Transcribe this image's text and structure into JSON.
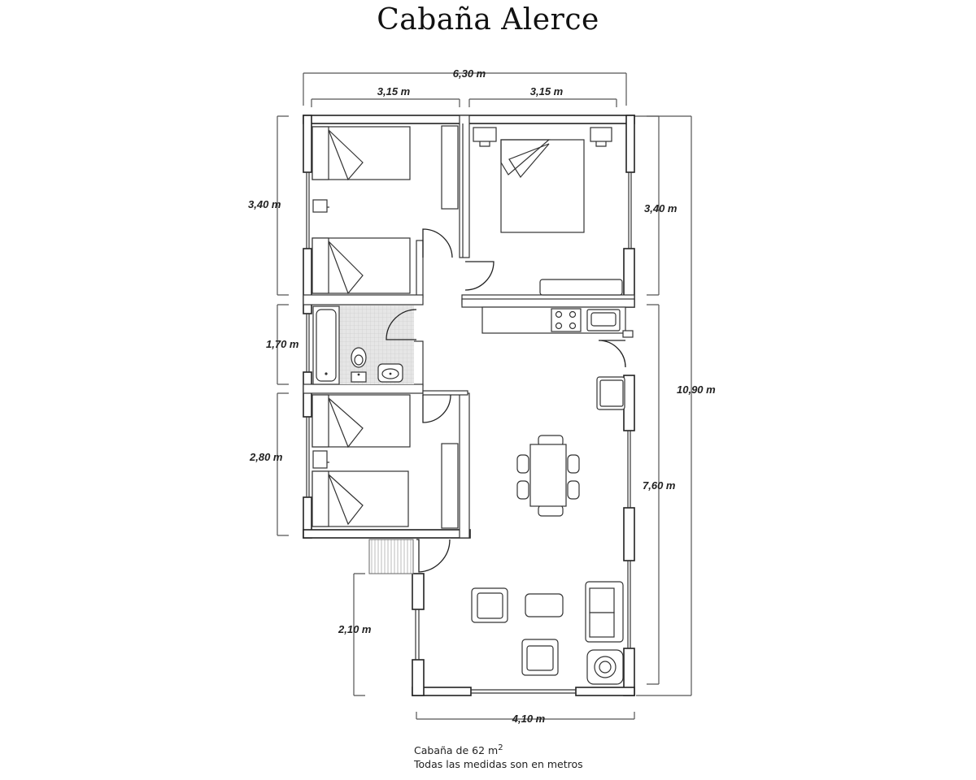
{
  "title": "Cabaña Alerce",
  "dimensions": {
    "total_width": "6,30 m",
    "left_width": "3,15 m",
    "right_width": "3,15 m",
    "bedroom_top_left_height": "3,40 m",
    "bedroom_top_right_height": "3,40 m",
    "bath_height": "1,70 m",
    "bedroom_bottom_height": "2,80 m",
    "total_height": "10,90 m",
    "living_height": "7,60 m",
    "porch_height": "2,10 m",
    "living_width": "4,10 m"
  },
  "caption": {
    "area_prefix": "Cabaña de 62 m",
    "area_exponent": "2",
    "note": "Todas las medidas son en metros"
  }
}
